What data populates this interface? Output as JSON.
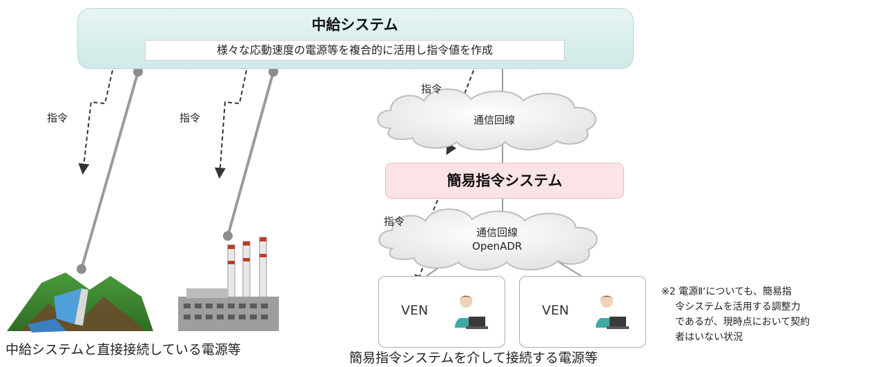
{
  "central_system": {
    "title": "中給システム",
    "subtitle": "様々な応動速度の電源等を複合的に活用し指令値を作成"
  },
  "command_labels": {
    "left1": "指令",
    "left2": "指令",
    "right_top": "指令",
    "right_mid": "指令"
  },
  "network": {
    "top_cloud": "通信回線",
    "bottom_cloud_line1": "通信回線",
    "bottom_cloud_line2": "OpenADR"
  },
  "simple_command_system": {
    "title": "簡易指令システム"
  },
  "ven": [
    {
      "label": "VEN"
    },
    {
      "label": "VEN"
    }
  ],
  "bottom_labels": {
    "left": "中給システムと直接接続している電源等",
    "right": "簡易指令システムを介して接続する電源等"
  },
  "note": {
    "line1": "※2 電源Ⅱ‘についても、簡易指",
    "line2": "令システムを活用する調整力",
    "line3": "であるが、現時点において契約",
    "line4": "者はいない状況"
  },
  "colors": {
    "central_fill": "#d8efec",
    "simple_fill": "#fbe3e6",
    "connector": "#9a9a9a",
    "command_arrow": "#333333"
  }
}
